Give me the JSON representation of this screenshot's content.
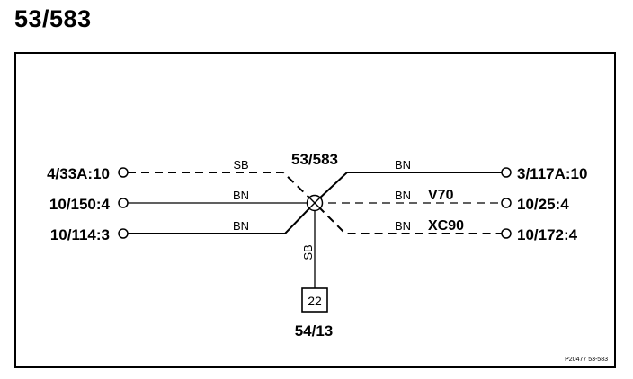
{
  "title": "53/583",
  "splice_label": "53/583",
  "ground": {
    "box_label": "22",
    "label": "54/13",
    "wire_color": "SB"
  },
  "left_terminals": [
    {
      "label": "4/33A:10",
      "wire_color": "SB",
      "line_style": "dashed"
    },
    {
      "label": "10/150:4",
      "wire_color": "BN",
      "line_style": "solid"
    },
    {
      "label": "10/114:3",
      "wire_color": "BN",
      "line_style": "solid"
    }
  ],
  "right_terminals": [
    {
      "label": "3/117A:10",
      "wire_color": "BN",
      "line_style": "solid",
      "variant": ""
    },
    {
      "label": "10/25:4",
      "wire_color": "BN",
      "line_style": "dashed",
      "variant": "V70"
    },
    {
      "label": "10/172:4",
      "wire_color": "BN",
      "line_style": "dashed",
      "variant": "XC90"
    }
  ],
  "footer_ref": "P20477  53-583"
}
